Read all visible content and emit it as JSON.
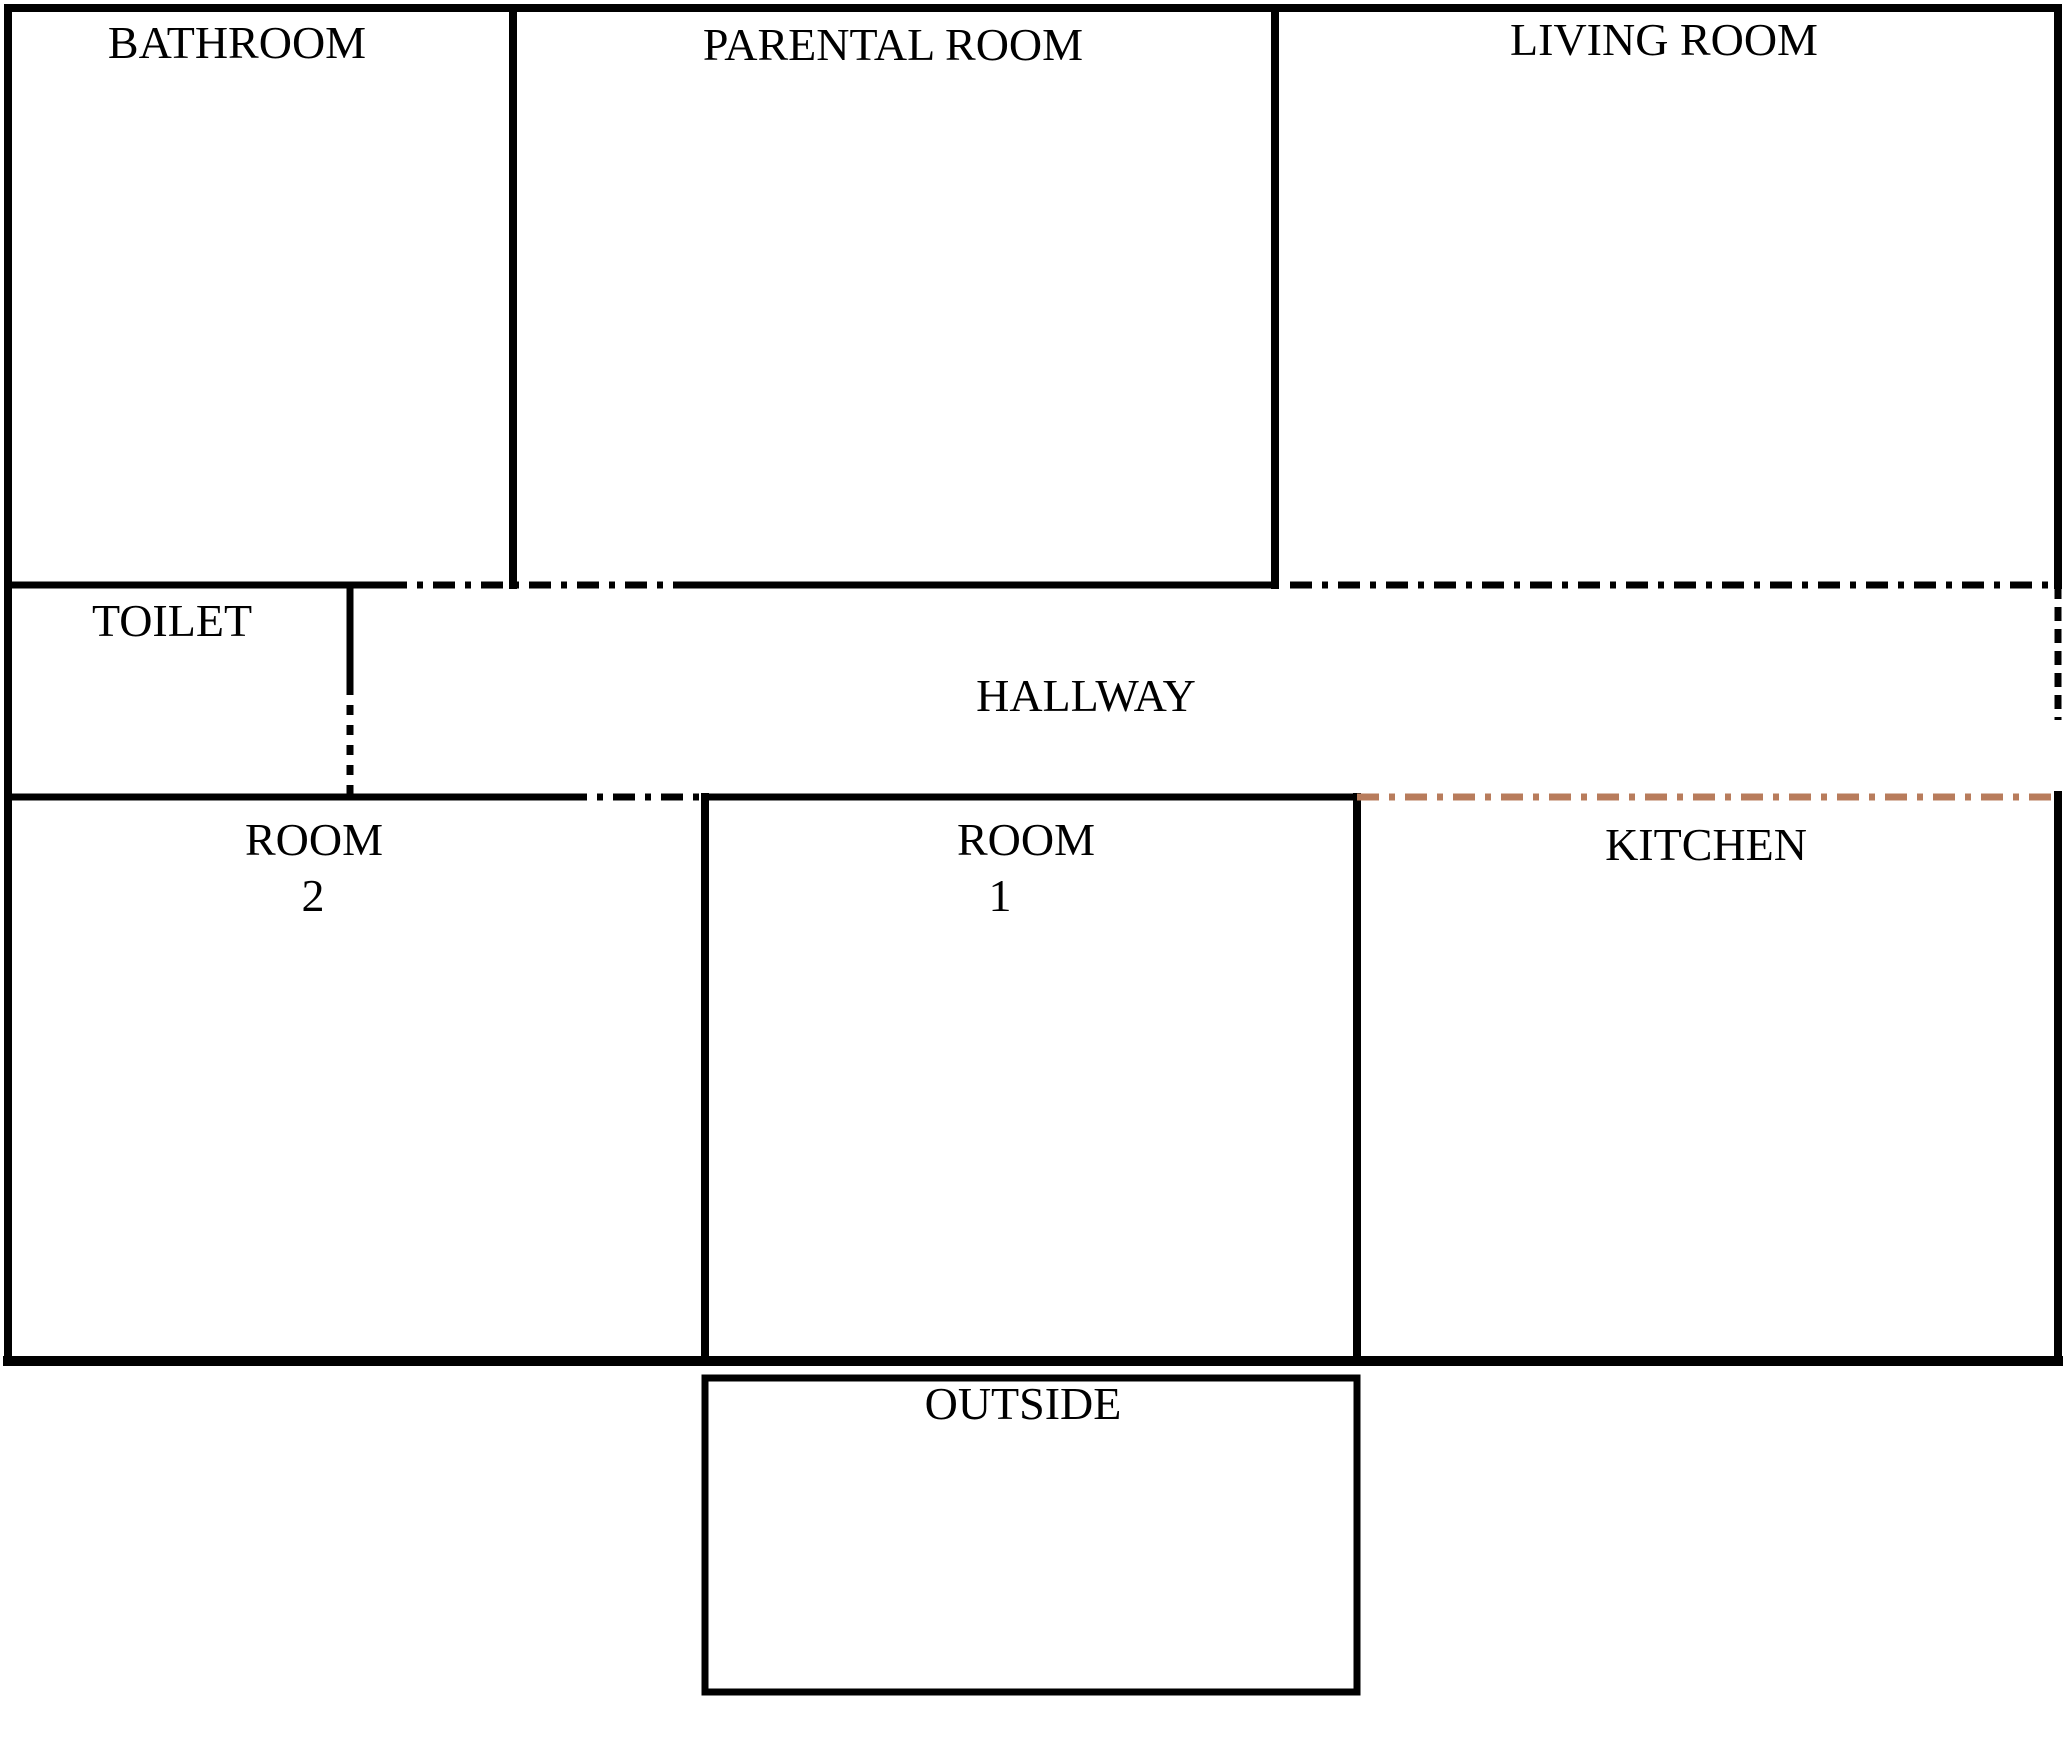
{
  "rooms": {
    "bathroom": "BATHROOM",
    "parental_room": "PARENTAL ROOM",
    "living_room": "LIVING ROOM",
    "toilet": "TOILET",
    "hallway": "HALLWAY",
    "room2": {
      "line1": "ROOM",
      "line2": "2"
    },
    "room1": {
      "line1": "ROOM",
      "line2": "1"
    },
    "kitchen": "KITCHEN",
    "outside": "OUTSIDE"
  },
  "colors": {
    "wall": "#000000",
    "kitchen_opening": "#b87c5c"
  }
}
